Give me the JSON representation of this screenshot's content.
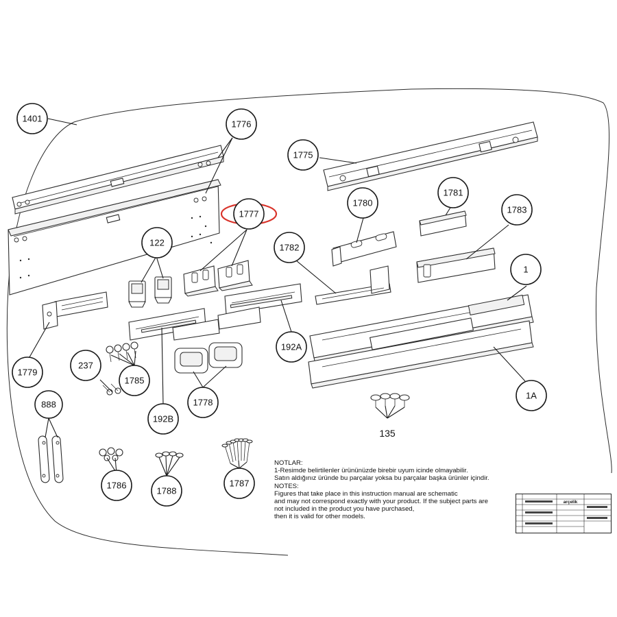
{
  "callouts": [
    {
      "id": "c1401",
      "label": "1401"
    },
    {
      "id": "c1776",
      "label": "1776"
    },
    {
      "id": "c1775",
      "label": "1775"
    },
    {
      "id": "c1777",
      "label": "1777"
    },
    {
      "id": "c122",
      "label": "122"
    },
    {
      "id": "c1780",
      "label": "1780"
    },
    {
      "id": "c1781",
      "label": "1781"
    },
    {
      "id": "c1783",
      "label": "1783"
    },
    {
      "id": "c1782",
      "label": "1782"
    },
    {
      "id": "c1",
      "label": "1"
    },
    {
      "id": "c1779",
      "label": "1779"
    },
    {
      "id": "c192A",
      "label": "192A"
    },
    {
      "id": "c237",
      "label": "237"
    },
    {
      "id": "c1785",
      "label": "1785"
    },
    {
      "id": "c1778",
      "label": "1778"
    },
    {
      "id": "c1A",
      "label": "1A"
    },
    {
      "id": "c192B",
      "label": "192B"
    },
    {
      "id": "c888",
      "label": "888"
    },
    {
      "id": "c135",
      "label": "135"
    },
    {
      "id": "c1786",
      "label": "1786"
    },
    {
      "id": "c1788",
      "label": "1788"
    },
    {
      "id": "c1787",
      "label": "1787"
    }
  ],
  "highlight": {
    "label": "1777",
    "color": "#d9342b"
  },
  "notes": {
    "tr_heading": "NOTLAR:",
    "tr_line1": "1-Resimde belirtilenler ürününüzde birebir   uyum icinde olmayabilir.",
    "tr_line2": "Satın aldığınız üründe bu parçalar yoksa bu parçalar başka ürünler içindir.",
    "en_heading": "NOTES:",
    "en_line1": "Figures that take place in this instruction manual are schematic",
    "en_line2": " and may not correspond exactly with your product. If the subject parts are",
    "en_line3": "not included in the product you have purchased,",
    "en_line4": "then it is valid for other models."
  },
  "title_block": {
    "logo": "arçelik"
  }
}
